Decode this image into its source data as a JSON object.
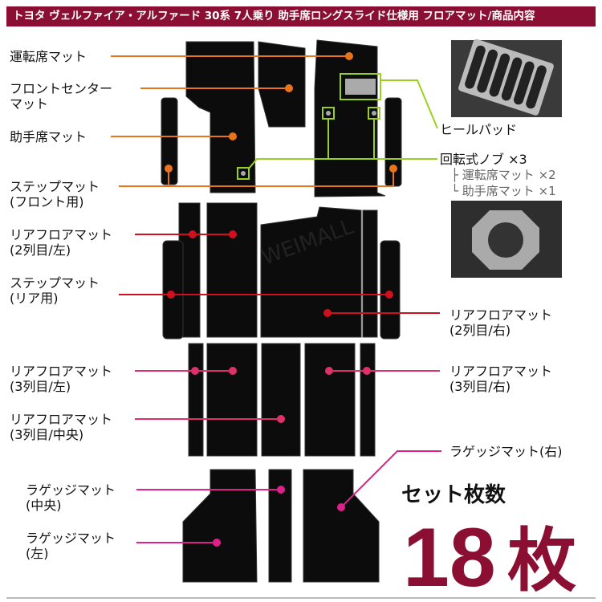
{
  "title": "トヨタ ヴェルファイア・アルファード 30系 7人乗り 助手席ロングスライド仕様用 フロアマット/商品内容",
  "watermark": "WEIMALL",
  "colors": {
    "title_bg": "#8a0f33",
    "front": "#e8731a",
    "row2": "#d0101e",
    "row3": "#e0306a",
    "luggage": "#e0208a",
    "accessory": "#9ad020",
    "count": "#8a0f33"
  },
  "labels": {
    "driver": "運転席マット",
    "front_center_1": "フロントセンター",
    "front_center_2": "マット",
    "passenger": "助手席マット",
    "step_front_1": "ステップマット",
    "step_front_2": "(フロント用)",
    "rear2_left_1": "リアフロアマット",
    "rear2_left_2": "(2列目/左)",
    "step_rear_1": "ステップマット",
    "step_rear_2": "(リア用)",
    "rear2_right_1": "リアフロアマット",
    "rear2_right_2": "(2列目/右)",
    "rear3_left_1": "リアフロアマット",
    "rear3_left_2": "(3列目/左)",
    "rear3_right_1": "リアフロアマット",
    "rear3_right_2": "(3列目/右)",
    "rear3_center_1": "リアフロアマット",
    "rear3_center_2": "(3列目/中央)",
    "luggage_right": "ラゲッジマット(右)",
    "luggage_center_1": "ラゲッジマット",
    "luggage_center_2": "(中央)",
    "luggage_left_1": "ラゲッジマット",
    "luggage_left_2": "(左)"
  },
  "accessories": {
    "heel_pad": "ヒールパッド",
    "knob": "回転式ノブ ×3",
    "knob_driver": "├ 運転席マット ×2",
    "knob_passenger": "└ 助手席マット ×1"
  },
  "set_count": {
    "label": "セット枚数",
    "value": "18",
    "unit": "枚"
  }
}
